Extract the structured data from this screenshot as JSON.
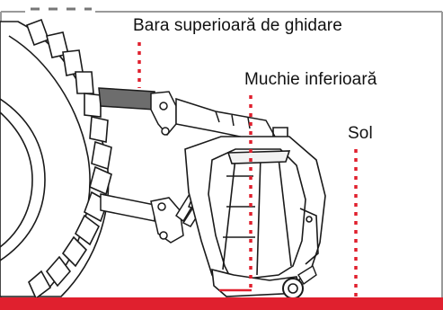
{
  "labels": {
    "upper_guide_bar": "Bara superioară de ghidare",
    "lower_edge": "Muchie inferioară",
    "ground": "Sol"
  },
  "colors": {
    "marker_red": "#e0202e",
    "ground_red": "#e0202e",
    "line_art": "#1a1a1a",
    "guide_bar_fill": "#6d6d6d",
    "frame_border": "#9a9a9a"
  }
}
